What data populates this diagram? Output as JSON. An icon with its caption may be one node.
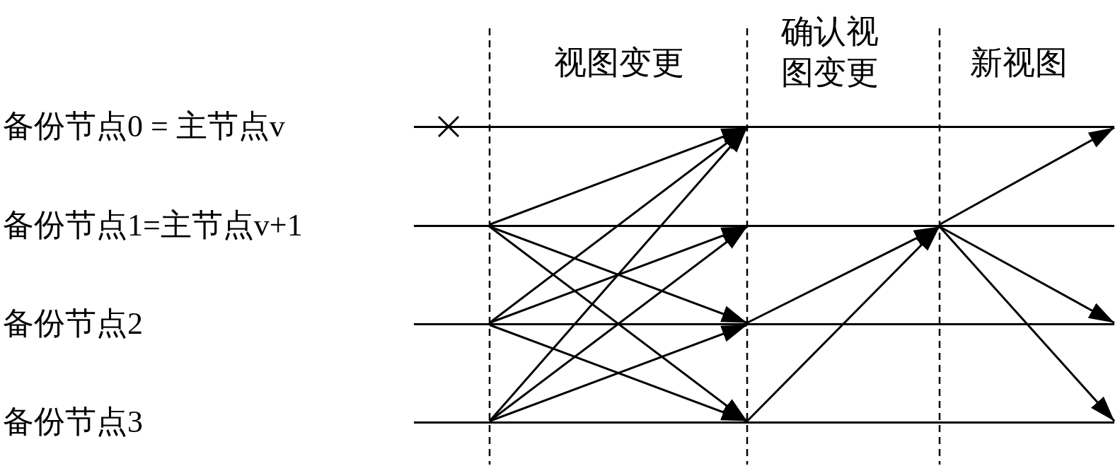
{
  "diagram": {
    "nodes": [
      {
        "text": [],
        "shape": "line"
      },
      {
        "text": [],
        "shape": "line"
      },
      {
        "text": [],
        "shape": "line"
      },
      {
        "text": [],
        "shape": "line"
      }
    ],
    "edges": [
      {
        "from": 1,
        "to": 0,
        "arrow": "to"
      },
      {
        "from": 1,
        "to": 2,
        "arrow": "to"
      },
      {
        "from": 1,
        "to": 3,
        "arrow": "to"
      },
      {
        "from": 2,
        "to": 0,
        "arrow": "to"
      },
      {
        "from": 2,
        "to": 1,
        "arrow": "to"
      },
      {
        "from": 2,
        "to": 3,
        "arrow": "to"
      },
      {
        "from": 3,
        "to": 0,
        "arrow": "to"
      },
      {
        "from": 3,
        "to": 1,
        "arrow": "to"
      },
      {
        "from": 3,
        "to": 2,
        "arrow": "to"
      },
      {
        "from": 2,
        "to": 1,
        "arrow": "to"
      },
      {
        "from": 3,
        "to": 1,
        "arrow": "to"
      },
      {
        "from": 1,
        "to": 0,
        "arrow": "to"
      },
      {
        "from": 1,
        "to": 2,
        "arrow": "to"
      },
      {
        "from": 1,
        "to": 3,
        "arrow": "to"
      }
    ],
    "labels": [
      "视图变更",
      "确认视图变更",
      "新视图",
      "备份节点0 = 主节点v",
      "备份节点1=主节点v+1",
      "备份节点2",
      "备份节点3"
    ]
  }
}
